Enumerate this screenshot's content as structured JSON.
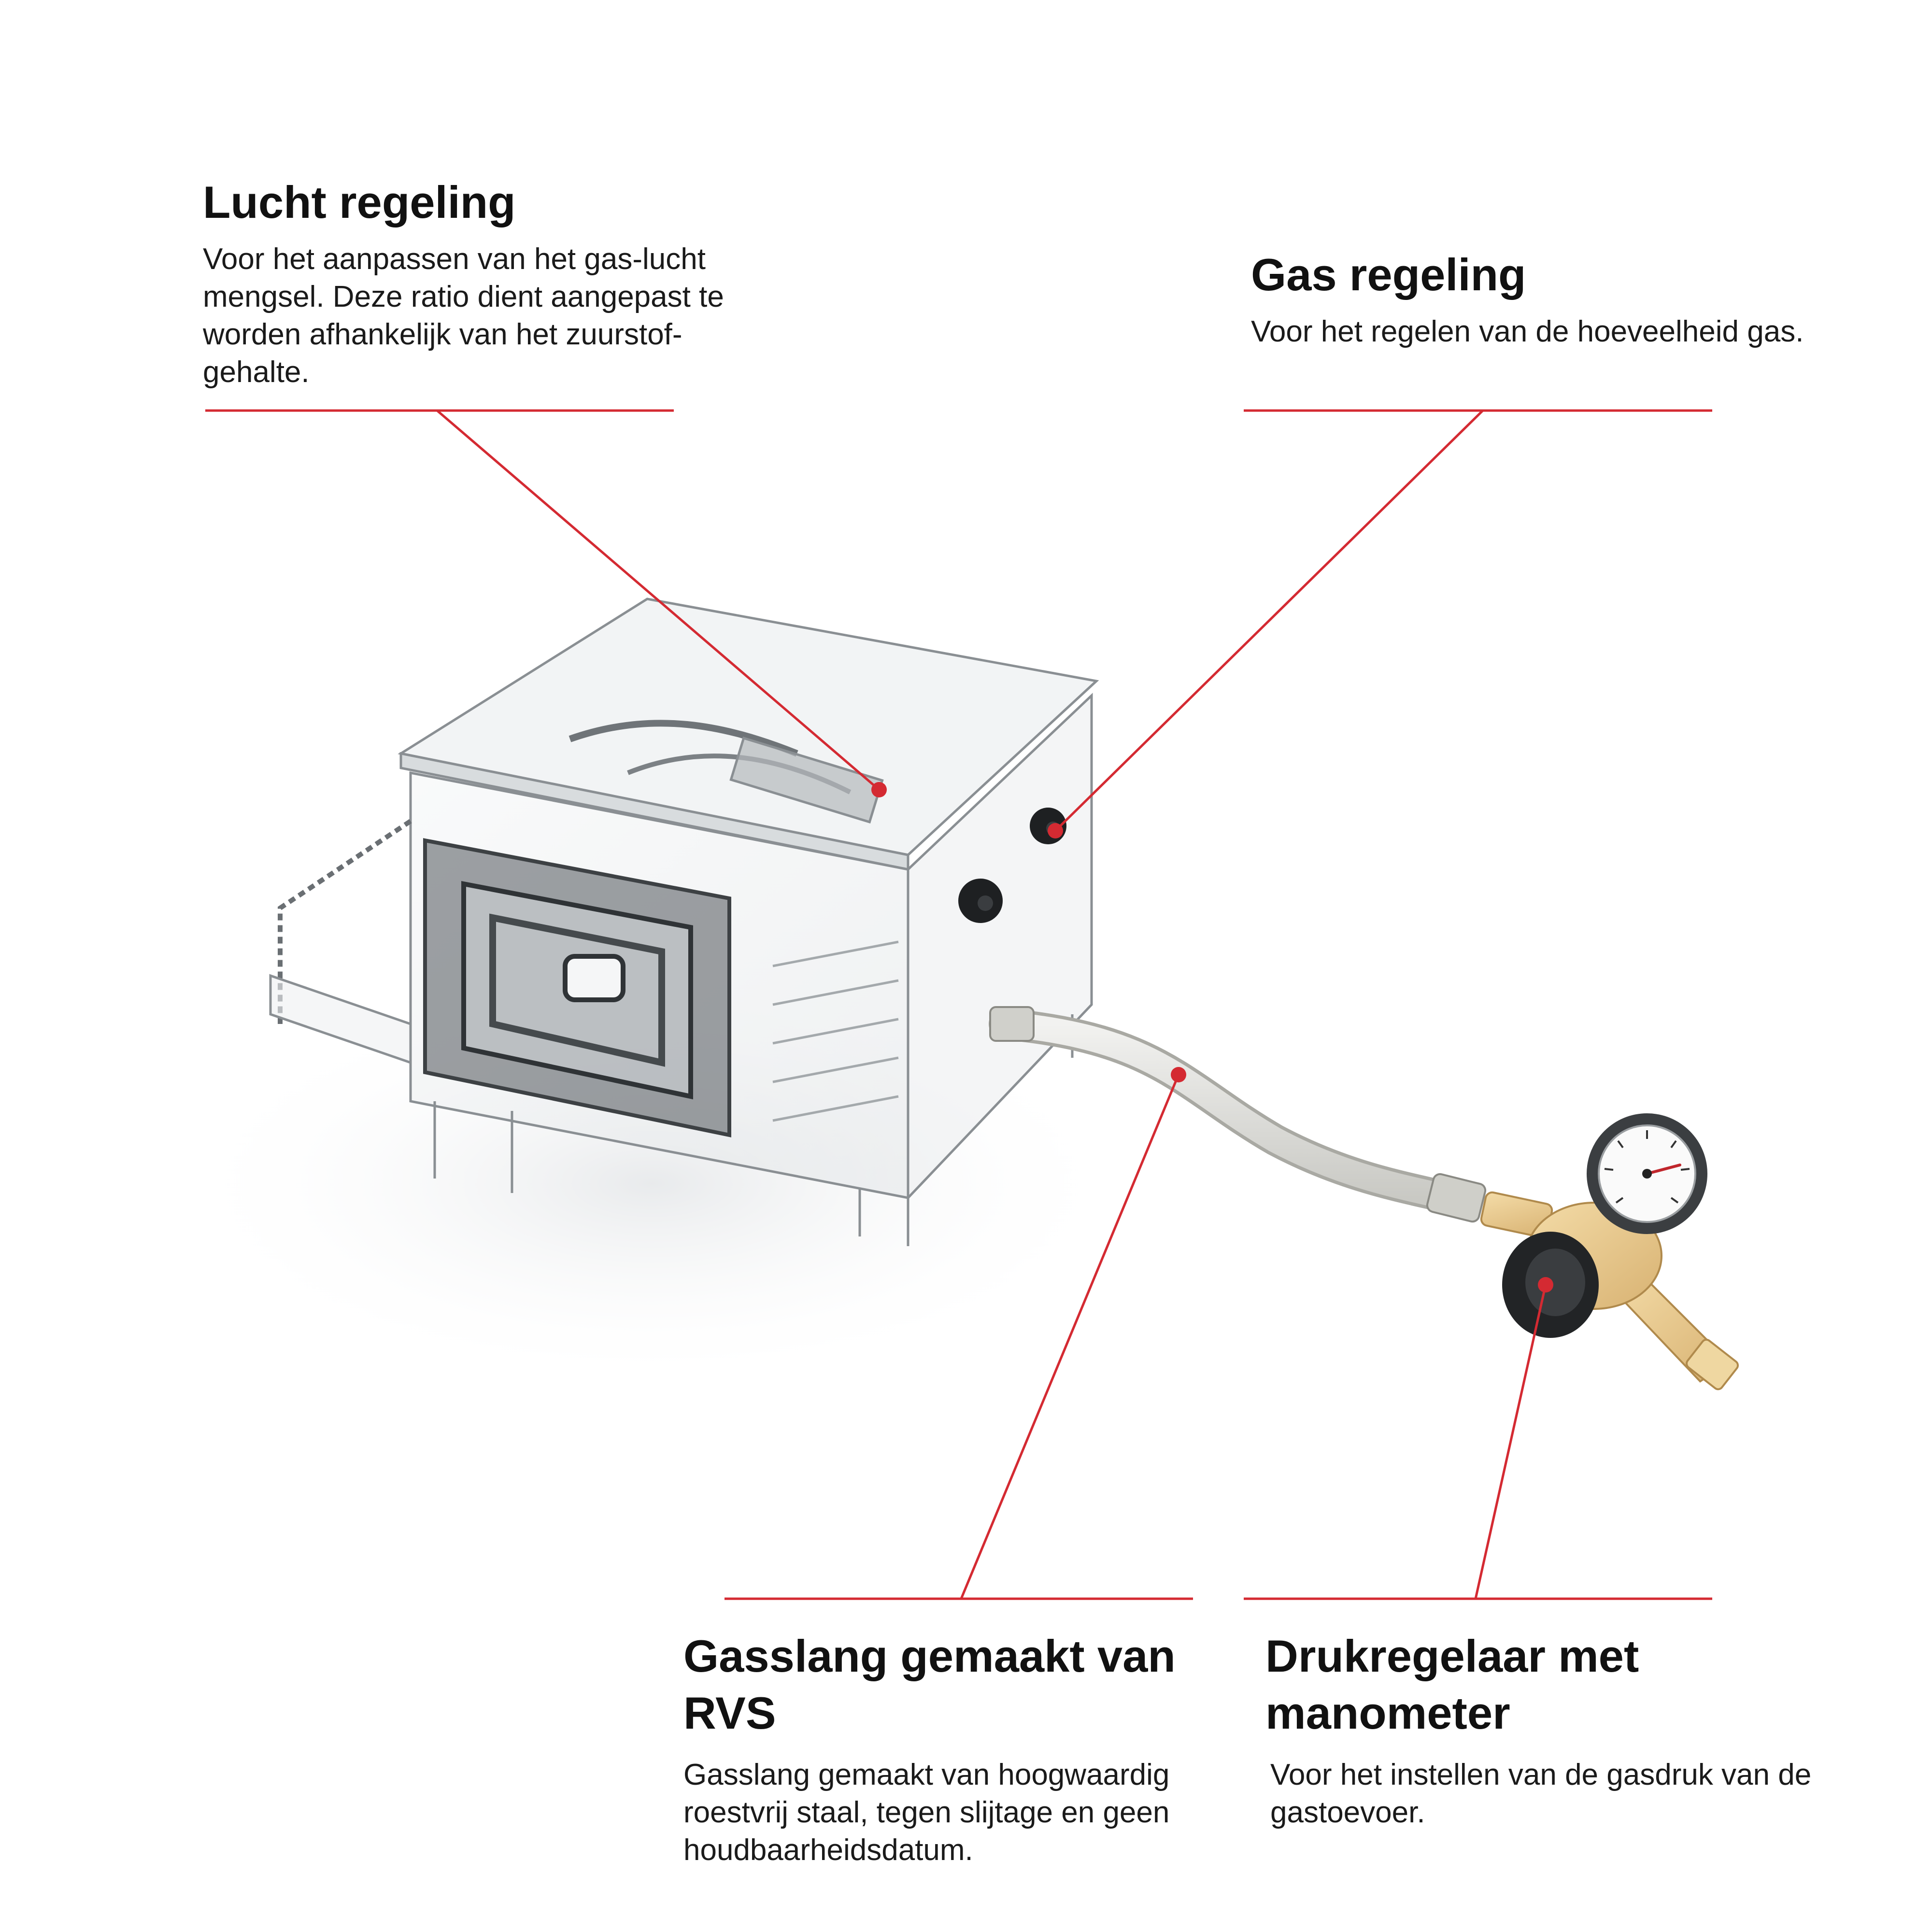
{
  "colors": {
    "accent": "#d42a32",
    "text": "#111111",
    "background": "#ffffff"
  },
  "callouts": {
    "lucht": {
      "title": "Lucht regeling",
      "body": "Voor het aanpassen van het gas-lucht mengsel. Deze ratio dient aangepast te worden afhankelijk van het zuurstof-gehalte."
    },
    "gas": {
      "title": "Gas regeling",
      "body": "Voor het regelen van de hoeveelheid gas."
    },
    "slang": {
      "title": "Gasslang gemaakt van RVS",
      "body": "Gasslang gemaakt van hoogwaardig roestvrij staal, tegen slijtage en geen houdbaarheidsdatum."
    },
    "druk": {
      "title": "Drukregelaar met manometer",
      "body": "Voor het instellen van de gasdruk van de gastoevoer."
    }
  },
  "icons": {
    "oven": "oven-unit-illustration",
    "hose": "gas-hose-illustration",
    "regulator": "pressure-regulator-illustration"
  }
}
